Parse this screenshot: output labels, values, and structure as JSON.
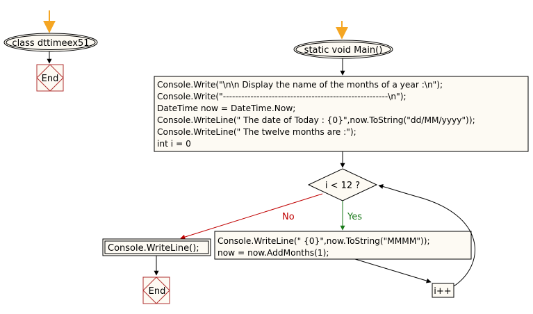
{
  "diagram": {
    "class_node": {
      "label": "class dttimeex51"
    },
    "class_end": {
      "label": "End"
    },
    "main_node": {
      "label": "static void Main()"
    },
    "init_block": {
      "lines": [
        "Console.Write(\"\\n\\n Display the name of the months of a year :\\n\");",
        "Console.Write(\"------------------------------------------------------\\n\");",
        "DateTime now = DateTime.Now;",
        "Console.WriteLine(\" The date of Today : {0}\",now.ToString(\"dd/MM/yyyy\"));",
        "Console.WriteLine(\" The twelve months are :\");",
        "int i = 0"
      ]
    },
    "condition": {
      "label": "i < 12 ?"
    },
    "edge_no": {
      "label": "No"
    },
    "edge_yes": {
      "label": "Yes"
    },
    "loop_body": {
      "lines": [
        "Console.WriteLine(\" {0}\",now.ToString(\"MMMM\"));",
        "now = now.AddMonths(1);"
      ]
    },
    "increment": {
      "label": "i++"
    },
    "after_loop": {
      "label": "Console.WriteLine();"
    },
    "main_end": {
      "label": "End"
    },
    "colors": {
      "start_arrow": "#f5a623",
      "node_fill": "#fdfaf3",
      "end_stroke": "#b03030",
      "no_edge": "#c00000",
      "yes_edge": "#1a7a1a",
      "edge": "#000000"
    }
  }
}
